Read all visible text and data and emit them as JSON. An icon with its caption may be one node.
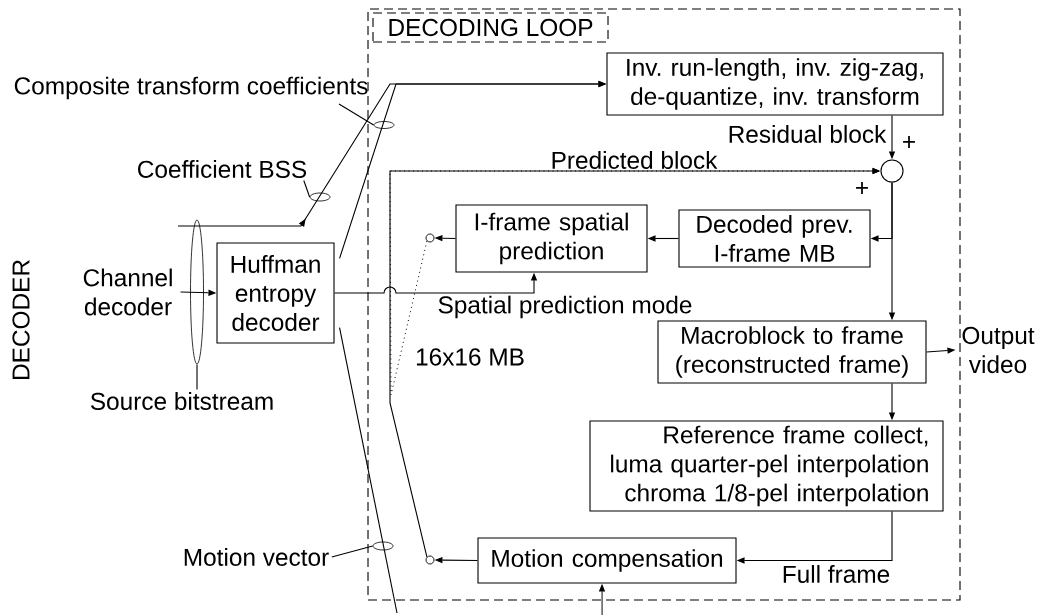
{
  "diagram": {
    "nodes": [
      {
        "text": [
          "DECODING LOOP"
        ]
      },
      {
        "text": [
          "Huffman entropy decoder"
        ]
      },
      {
        "text": [
          "Inv. run-length, inv. zig-zag, de-quantize, inv. transform"
        ],
        "in": 0
      },
      {
        "text": [],
        "shape": "circle",
        "in": 0
      },
      {
        "text": [
          "Decoded prev. I-frame MB"
        ],
        "in": 0
      },
      {
        "text": [
          "I-frame spatial prediction"
        ],
        "in": 0
      },
      {
        "text": [
          "Macroblock to frame (reconstructed frame)"
        ],
        "in": 0
      },
      {
        "text": [
          "Reference frame collect, luma quarter-pel interpolation chroma 1/8-pel interpolation"
        ],
        "in": 0
      },
      {
        "text": [
          "Motion compensation"
        ],
        "in": 0
      },
      {
        "text": [
          "Channel decoder"
        ]
      },
      {
        "text": [
          "Output video"
        ]
      },
      {
        "text": [],
        "shape": "circle",
        "in": 0
      },
      {
        "text": [],
        "shape": "circle",
        "in": 0
      },
      {
        "text": [
          "Composite transform coefficients"
        ]
      },
      {
        "text": [
          "Coefficient BSS"
        ]
      },
      {
        "text": [
          "Source bitstream"
        ]
      },
      {
        "text": [
          "Motion vector"
        ]
      },
      {
        "text": [],
        "shape": "ellipse",
        "in": 0
      },
      {
        "text": [],
        "shape": "ellipse"
      },
      {
        "text": [],
        "shape": "ellipse"
      },
      {
        "text": [],
        "shape": "ellipse",
        "in": 0
      }
    ],
    "edges": [
      {
        "from": 9,
        "to": 1,
        "arrow": "to"
      },
      {
        "from": null,
        "to": 2,
        "arrow": "to"
      },
      {
        "from": 1,
        "to": 2,
        "arrow": "to"
      },
      {
        "from": 2,
        "to": 3,
        "arrow": "to",
        "label": "Residual block"
      },
      {
        "from": 3,
        "to": 6,
        "arrow": "to"
      },
      {
        "from": 3,
        "to": 4,
        "arrow": "to"
      },
      {
        "from": 4,
        "to": 5,
        "arrow": "to"
      },
      {
        "from": 6,
        "to": 10,
        "arrow": "to"
      },
      {
        "from": 6,
        "to": 7,
        "arrow": "to"
      },
      {
        "from": 7,
        "to": 8,
        "arrow": "to",
        "label": "Full frame"
      },
      {
        "from": 1,
        "to": 5,
        "arrow": "to",
        "label": "Spatial prediction mode"
      },
      {
        "from": 5,
        "to": 11,
        "arrow": "to"
      },
      {
        "from": 8,
        "to": 12,
        "arrow": "to"
      },
      {
        "from": 12,
        "to": 3,
        "arrow": "to",
        "label": "Predicted block"
      },
      {
        "from": 1,
        "to": null,
        "arrow": "none"
      },
      {
        "from": null,
        "to": 8,
        "arrow": "to"
      },
      {
        "from": 13,
        "to": 17,
        "arrow": "none"
      },
      {
        "from": 14,
        "to": 18,
        "arrow": "none"
      },
      {
        "from": 15,
        "to": 19,
        "arrow": "none"
      },
      {
        "from": 16,
        "to": 20,
        "arrow": "none"
      },
      {
        "from": 11,
        "to": 3,
        "arrow": "to",
        "style": "dashed"
      }
    ],
    "labels": [
      "DECODER",
      "+",
      "+",
      "16x16 MB"
    ]
  }
}
